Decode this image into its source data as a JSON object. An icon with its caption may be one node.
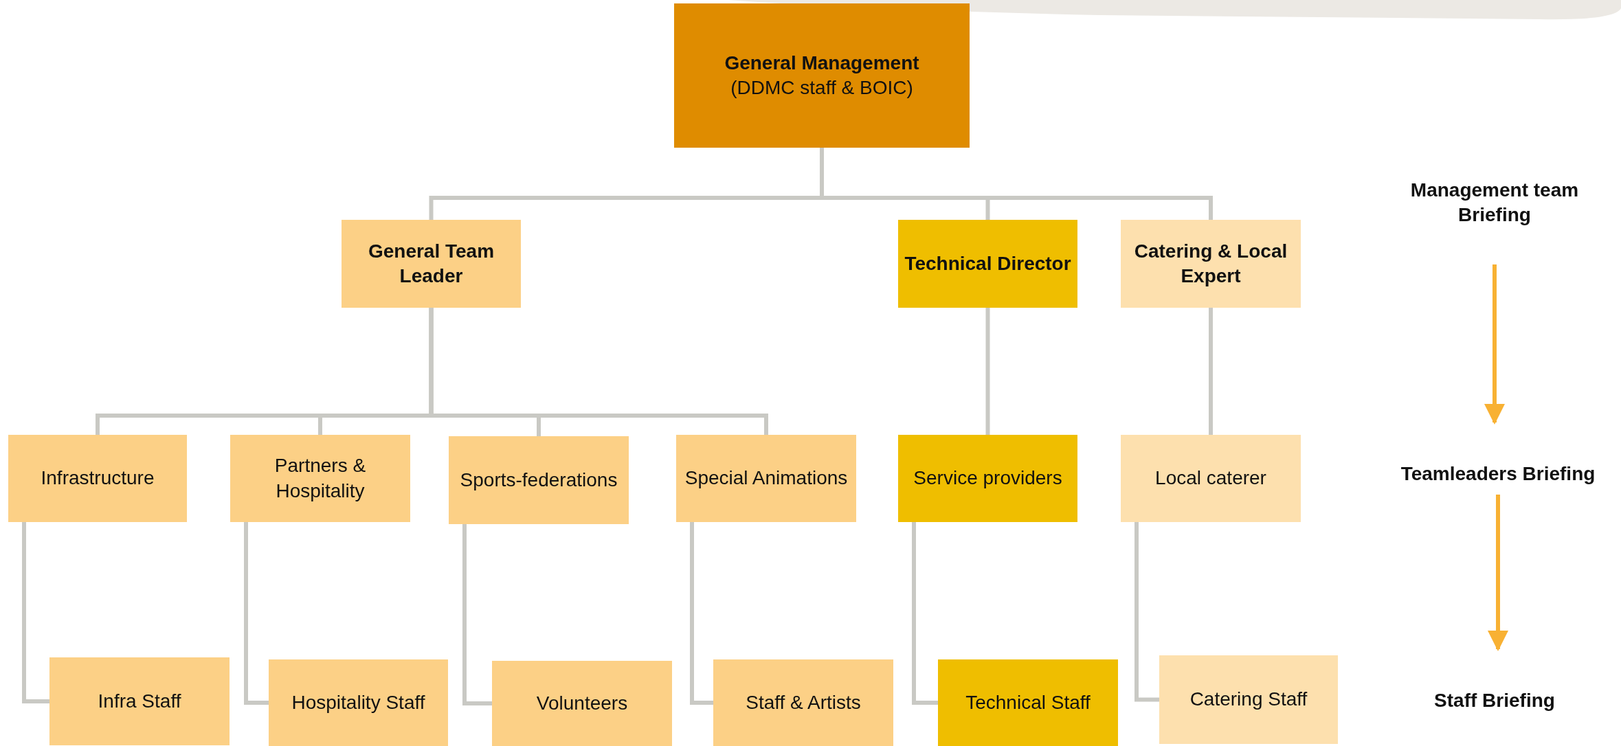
{
  "diagram": {
    "nodes": [
      {
        "text": [
          "General Management",
          "(DDMC staff & BOIC)"
        ]
      },
      {
        "text": [
          "General Team Leader"
        ]
      },
      {
        "text": [
          "Technical Director"
        ]
      },
      {
        "text": [
          "Catering & Local Expert"
        ]
      },
      {
        "text": [
          "Infrastructure"
        ]
      },
      {
        "text": [
          "Partners & Hospitality"
        ]
      },
      {
        "text": [
          "Sports-federations"
        ]
      },
      {
        "text": [
          "Special Animations"
        ]
      },
      {
        "text": [
          "Service providers"
        ]
      },
      {
        "text": [
          "Local caterer"
        ]
      },
      {
        "text": [
          "Infra Staff"
        ]
      },
      {
        "text": [
          "Hospitality Staff"
        ]
      },
      {
        "text": [
          "Volunteers"
        ]
      },
      {
        "text": [
          "Staff & Artists"
        ]
      },
      {
        "text": [
          "Technical Staff"
        ]
      },
      {
        "text": [
          "Catering Staff"
        ]
      },
      {
        "text": [
          "Management team Briefing"
        ]
      },
      {
        "text": [
          "Teamleaders Briefing"
        ]
      },
      {
        "text": [
          "Staff Briefing"
        ]
      }
    ],
    "edges": [
      {
        "from": 0,
        "to": 1,
        "arrow": "none"
      },
      {
        "from": 0,
        "to": 2,
        "arrow": "none"
      },
      {
        "from": 0,
        "to": 3,
        "arrow": "none"
      },
      {
        "from": 1,
        "to": 4,
        "arrow": "none"
      },
      {
        "from": 1,
        "to": 5,
        "arrow": "none"
      },
      {
        "from": 1,
        "to": 6,
        "arrow": "none"
      },
      {
        "from": 1,
        "to": 7,
        "arrow": "none"
      },
      {
        "from": 2,
        "to": 8,
        "arrow": "none"
      },
      {
        "from": 3,
        "to": 9,
        "arrow": "none"
      },
      {
        "from": 4,
        "to": 10,
        "arrow": "none"
      },
      {
        "from": 5,
        "to": 11,
        "arrow": "none"
      },
      {
        "from": 6,
        "to": 12,
        "arrow": "none"
      },
      {
        "from": 7,
        "to": 13,
        "arrow": "none"
      },
      {
        "from": 8,
        "to": 14,
        "arrow": "none"
      },
      {
        "from": 9,
        "to": 15,
        "arrow": "none"
      },
      {
        "from": 16,
        "to": 17,
        "arrow": "to",
        "color": "#f8b133"
      },
      {
        "from": 17,
        "to": 18,
        "arrow": "to",
        "color": "#f8b133"
      }
    ]
  }
}
